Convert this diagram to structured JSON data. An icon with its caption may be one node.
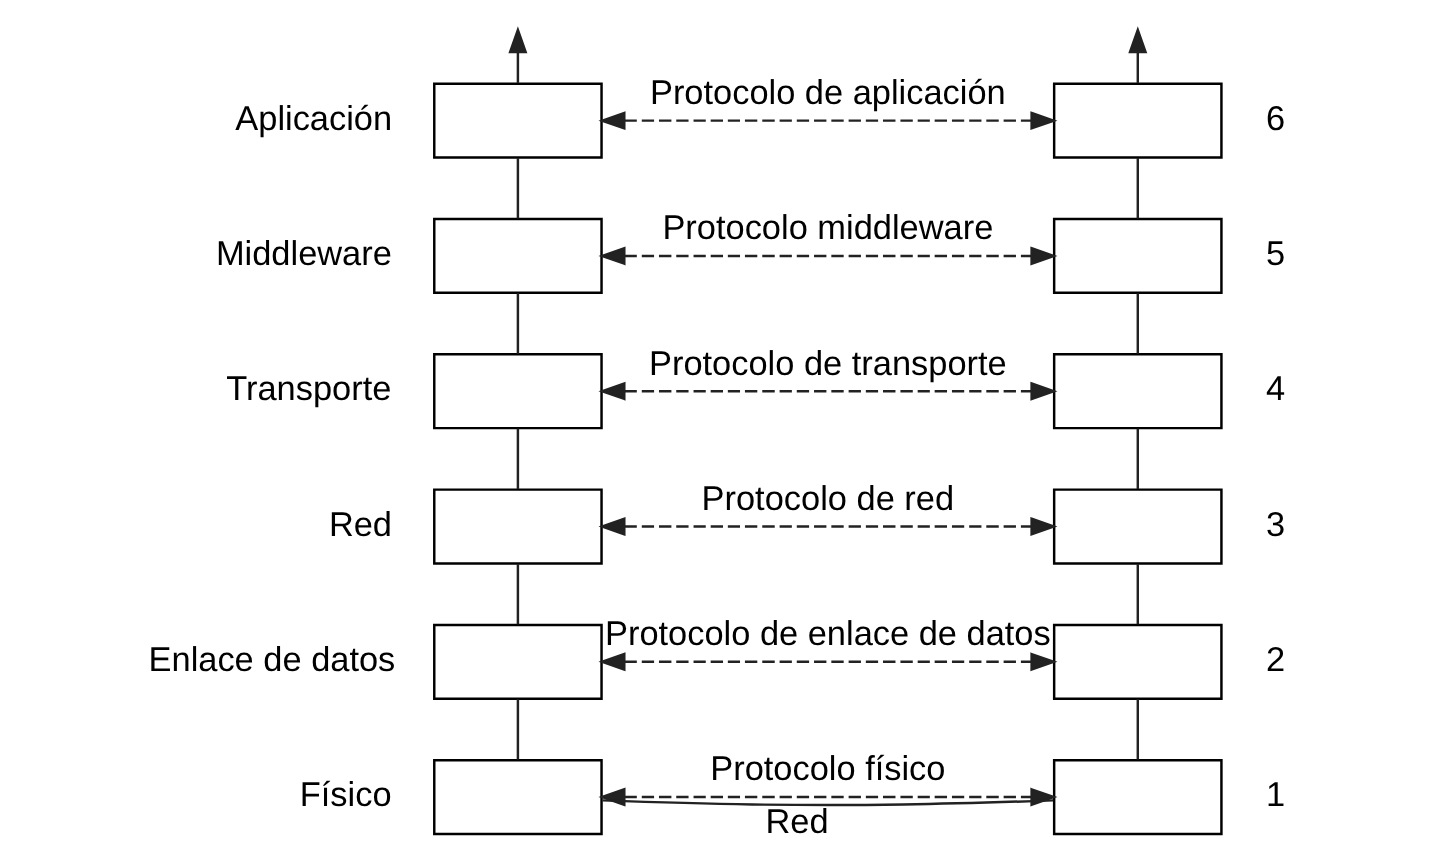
{
  "diagram": {
    "nodes": [
      {
        "text": [],
        "shape": "box",
        "beside": [
          "Aplicación"
        ]
      },
      {
        "text": [],
        "shape": "box",
        "beside": [
          "Middleware"
        ]
      },
      {
        "text": [],
        "shape": "box",
        "beside": [
          "Transporte"
        ]
      },
      {
        "text": [],
        "shape": "box",
        "beside": [
          "Red"
        ]
      },
      {
        "text": [],
        "shape": "box",
        "beside": [
          "Enlace de datos"
        ]
      },
      {
        "text": [],
        "shape": "box",
        "beside": [
          "Físico"
        ]
      },
      {
        "text": [],
        "shape": "box",
        "beside": [
          "6"
        ]
      },
      {
        "text": [],
        "shape": "box",
        "beside": [
          "5"
        ]
      },
      {
        "text": [],
        "shape": "box",
        "beside": [
          "4"
        ]
      },
      {
        "text": [],
        "shape": "box",
        "beside": [
          "3"
        ]
      },
      {
        "text": [],
        "shape": "box",
        "beside": [
          "2"
        ]
      },
      {
        "text": [],
        "shape": "box",
        "beside": [
          "1"
        ]
      }
    ],
    "edges": [
      {
        "from": 0,
        "to": null,
        "arrow": "to"
      },
      {
        "from": 6,
        "to": null,
        "arrow": "to"
      },
      {
        "from": 0,
        "to": 1,
        "arrow": "none"
      },
      {
        "from": 1,
        "to": 2,
        "arrow": "none"
      },
      {
        "from": 2,
        "to": 3,
        "arrow": "none"
      },
      {
        "from": 3,
        "to": 4,
        "arrow": "none"
      },
      {
        "from": 4,
        "to": 5,
        "arrow": "none"
      },
      {
        "from": 6,
        "to": 7,
        "arrow": "none"
      },
      {
        "from": 7,
        "to": 8,
        "arrow": "none"
      },
      {
        "from": 8,
        "to": 9,
        "arrow": "none"
      },
      {
        "from": 9,
        "to": 10,
        "arrow": "none"
      },
      {
        "from": 10,
        "to": 11,
        "arrow": "none"
      },
      {
        "from": 0,
        "to": 6,
        "arrow": "both",
        "label": "Protocolo de aplicación",
        "style": "dashed"
      },
      {
        "from": 1,
        "to": 7,
        "arrow": "both",
        "label": "Protocolo middleware",
        "style": "dashed"
      },
      {
        "from": 2,
        "to": 8,
        "arrow": "both",
        "label": "Protocolo de transporte",
        "style": "dashed"
      },
      {
        "from": 3,
        "to": 9,
        "arrow": "both",
        "label": "Protocolo de red",
        "style": "dashed"
      },
      {
        "from": 4,
        "to": 10,
        "arrow": "both",
        "label": "Protocolo de enlace de datos",
        "style": "dashed"
      },
      {
        "from": 5,
        "to": 11,
        "arrow": "both",
        "label": "Protocolo físico",
        "style": "dashed"
      },
      {
        "from": 5,
        "to": 11,
        "arrow": "none",
        "label": "Red"
      }
    ]
  }
}
